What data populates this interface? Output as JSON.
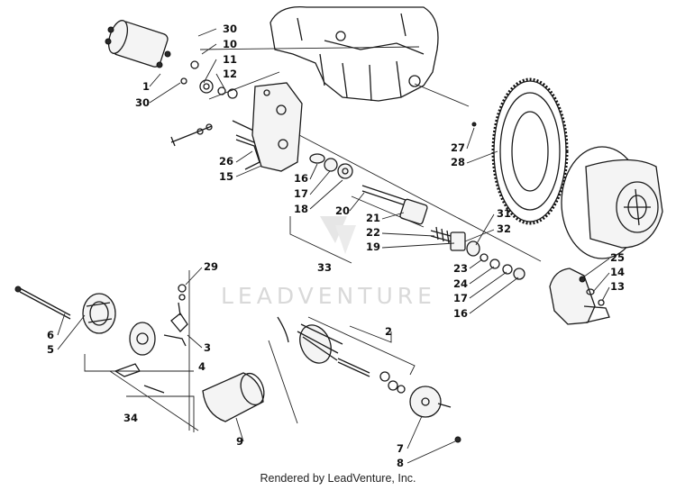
{
  "watermark": "LEADVENTURE",
  "footer": "Rendered by LeadVenture, Inc.",
  "callouts": [
    "30",
    "10",
    "11",
    "12",
    "1",
    "30",
    "26",
    "15",
    "16",
    "17",
    "18",
    "20",
    "21",
    "22",
    "19",
    "33",
    "27",
    "28",
    "31",
    "32",
    "23",
    "24",
    "17",
    "16",
    "25",
    "14",
    "13",
    "29",
    "6",
    "5",
    "3",
    "4",
    "2",
    "34",
    "9",
    "7",
    "8"
  ]
}
